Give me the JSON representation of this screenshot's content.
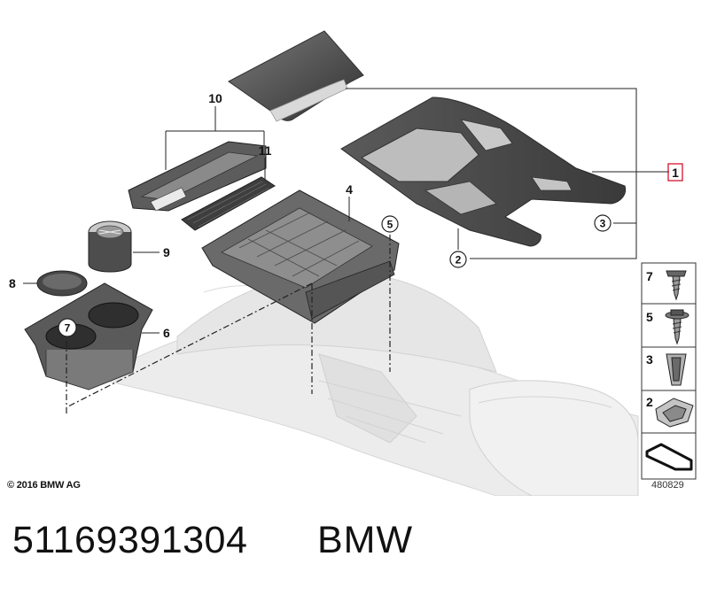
{
  "callouts": {
    "c1": "1",
    "c2": "2",
    "c3": "3",
    "c4": "4",
    "c5": "5",
    "c6": "6",
    "c7": "7",
    "c8": "8",
    "c9": "9",
    "c10": "10",
    "c11": "11"
  },
  "legend": {
    "items": [
      {
        "label": "7",
        "icon": "screw-icon"
      },
      {
        "label": "5",
        "icon": "collar-screw-icon"
      },
      {
        "label": "3",
        "icon": "clip-icon"
      },
      {
        "label": "2",
        "icon": "spring-nut-icon"
      },
      {
        "label": "",
        "icon": "mat-icon"
      }
    ]
  },
  "footer": {
    "copyright": "© 2016 BMW AG",
    "diagram_number": "480829"
  },
  "caption": {
    "part_number": "51169391304",
    "brand": "BMW"
  },
  "colors": {
    "part_dark": "#4a4a4a",
    "part_mid": "#6f6f6f",
    "console_light": "#e2e2e2",
    "highlight_box": "#d0021b"
  }
}
